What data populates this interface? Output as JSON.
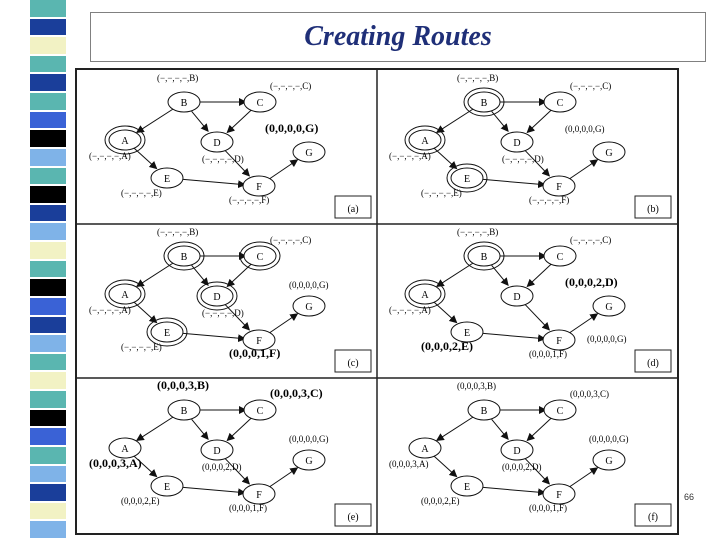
{
  "slide": {
    "title": "Creating Routes",
    "page_number": "66"
  },
  "colors": {
    "title": "#1f2f78",
    "strip": [
      "#5ab6b0",
      "#1a3e9a",
      "#f2f2c4",
      "#000000",
      "#7fb3e8",
      "#3a62d6"
    ]
  },
  "panels": [
    {
      "tag": "(a)",
      "nodes": [
        {
          "id": "A",
          "double": true
        },
        {
          "id": "B",
          "double": false
        },
        {
          "id": "C",
          "double": false
        },
        {
          "id": "D",
          "double": false
        },
        {
          "id": "E",
          "double": false
        },
        {
          "id": "F",
          "double": false
        },
        {
          "id": "G",
          "double": false
        }
      ],
      "labels": [
        {
          "text": "(−,−,−,−,B)",
          "bold": false,
          "at": "B"
        },
        {
          "text": "(−,−,−,−,C)",
          "bold": false,
          "at": "C"
        },
        {
          "text": "(0,0,0,0,G)",
          "bold": true,
          "at": "D"
        },
        {
          "text": "(−,−,−,−,A)",
          "bold": false,
          "at": "A"
        },
        {
          "text": "(−,−,−,−,D)",
          "bold": false,
          "at": "Dlow"
        },
        {
          "text": "(−,−,−,−,E)",
          "bold": false,
          "at": "E"
        },
        {
          "text": "(−,−,−,−,F)",
          "bold": false,
          "at": "F"
        }
      ]
    },
    {
      "tag": "(b)",
      "nodes": [
        {
          "id": "A",
          "double": true
        },
        {
          "id": "B",
          "double": true
        },
        {
          "id": "C",
          "double": false
        },
        {
          "id": "D",
          "double": false
        },
        {
          "id": "E",
          "double": true
        },
        {
          "id": "F",
          "double": false
        },
        {
          "id": "G",
          "double": false
        }
      ],
      "labels": [
        {
          "text": "(−,−,−,−,B)",
          "bold": false,
          "at": "B"
        },
        {
          "text": "(−,−,−,−,C)",
          "bold": false,
          "at": "C"
        },
        {
          "text": "(0,0,0,0,G)",
          "bold": false,
          "at": "D"
        },
        {
          "text": "(−,−,−,−,A)",
          "bold": false,
          "at": "A"
        },
        {
          "text": "(−,−,−,−,D)",
          "bold": false,
          "at": "Dlow"
        },
        {
          "text": "(−,−,−,−,E)",
          "bold": false,
          "at": "E"
        },
        {
          "text": "(−,−,−,−,F)",
          "bold": false,
          "at": "F"
        }
      ]
    },
    {
      "tag": "(c)",
      "nodes": [
        {
          "id": "A",
          "double": true
        },
        {
          "id": "B",
          "double": true
        },
        {
          "id": "C",
          "double": true
        },
        {
          "id": "D",
          "double": true
        },
        {
          "id": "E",
          "double": true
        },
        {
          "id": "F",
          "double": false
        },
        {
          "id": "G",
          "double": false
        }
      ],
      "labels": [
        {
          "text": "(−,−,−,−,B)",
          "bold": false,
          "at": "B"
        },
        {
          "text": "(−,−,−,−,C)",
          "bold": false,
          "at": "C"
        },
        {
          "text": "(0,0,0,0,G)",
          "bold": false,
          "at": "G"
        },
        {
          "text": "(−,−,−,−,A)",
          "bold": false,
          "at": "A"
        },
        {
          "text": "(−,−,−,−,D)",
          "bold": false,
          "at": "Dlow"
        },
        {
          "text": "(−,−,−,−,E)",
          "bold": false,
          "at": "E"
        },
        {
          "text": "(0,0,0,1,F)",
          "bold": true,
          "at": "F"
        }
      ]
    },
    {
      "tag": "(d)",
      "nodes": [
        {
          "id": "A",
          "double": true
        },
        {
          "id": "B",
          "double": true
        },
        {
          "id": "C",
          "double": false
        },
        {
          "id": "D",
          "double": false
        },
        {
          "id": "E",
          "double": false
        },
        {
          "id": "F",
          "double": false
        },
        {
          "id": "G",
          "double": false
        }
      ],
      "labels": [
        {
          "text": "(−,−,−,−,B)",
          "bold": false,
          "at": "B"
        },
        {
          "text": "(−,−,−,−,C)",
          "bold": false,
          "at": "C"
        },
        {
          "text": "(0,0,0,2,D)",
          "bold": true,
          "at": "D"
        },
        {
          "text": "(−,−,−,−,A)",
          "bold": false,
          "at": "A"
        },
        {
          "text": "(0,0,0,0,G)",
          "bold": false,
          "at": "Glow"
        },
        {
          "text": "(0,0,0,2,E)",
          "bold": true,
          "at": "E"
        },
        {
          "text": "(0,0,0,1,F)",
          "bold": false,
          "at": "F"
        }
      ]
    },
    {
      "tag": "(e)",
      "nodes": [
        {
          "id": "A",
          "double": false
        },
        {
          "id": "B",
          "double": false
        },
        {
          "id": "C",
          "double": false
        },
        {
          "id": "D",
          "double": false
        },
        {
          "id": "E",
          "double": false
        },
        {
          "id": "F",
          "double": false
        },
        {
          "id": "G",
          "double": false
        }
      ],
      "labels": [
        {
          "text": "(0,0,0,3,B)",
          "bold": true,
          "at": "B"
        },
        {
          "text": "(0,0,0,3,C)",
          "bold": true,
          "at": "C"
        },
        {
          "text": "(0,0,0,3,A)",
          "bold": true,
          "at": "A"
        },
        {
          "text": "(0,0,0,0,G)",
          "bold": false,
          "at": "G"
        },
        {
          "text": "(0,0,0,2,D)",
          "bold": false,
          "at": "Dlow"
        },
        {
          "text": "(0,0,0,2,E)",
          "bold": false,
          "at": "E"
        },
        {
          "text": "(0,0,0,1,F)",
          "bold": false,
          "at": "F"
        }
      ]
    },
    {
      "tag": "(f)",
      "nodes": [
        {
          "id": "A",
          "double": false
        },
        {
          "id": "B",
          "double": false
        },
        {
          "id": "C",
          "double": false
        },
        {
          "id": "D",
          "double": false
        },
        {
          "id": "E",
          "double": false
        },
        {
          "id": "F",
          "double": false
        },
        {
          "id": "G",
          "double": false
        }
      ],
      "labels": [
        {
          "text": "(0,0,0,3,B)",
          "bold": false,
          "at": "B"
        },
        {
          "text": "(0,0,0,3,C)",
          "bold": false,
          "at": "C"
        },
        {
          "text": "(0,0,0,3,A)",
          "bold": false,
          "at": "A"
        },
        {
          "text": "(0,0,0,0,G)",
          "bold": false,
          "at": "G"
        },
        {
          "text": "(0,0,0,2,D)",
          "bold": false,
          "at": "Dlow"
        },
        {
          "text": "(0,0,0,2,E)",
          "bold": false,
          "at": "E"
        },
        {
          "text": "(0,0,0,1,F)",
          "bold": false,
          "at": "F"
        }
      ]
    }
  ]
}
